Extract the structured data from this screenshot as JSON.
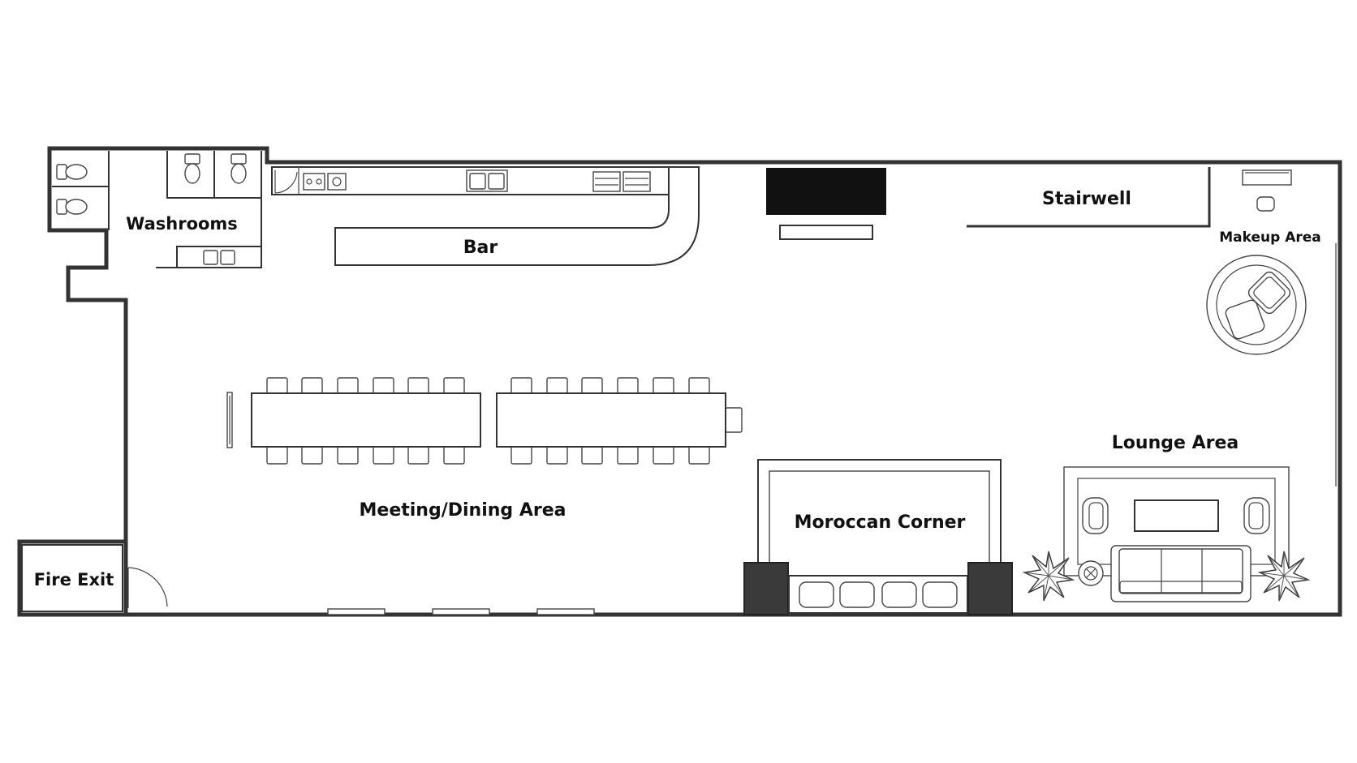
{
  "labels": {
    "washrooms": "Washrooms",
    "bar": "Bar",
    "stairwell": "Stairwell",
    "makeup_area": "Makeup Area",
    "lounge_area": "Lounge Area",
    "meeting_dining_area": "Meeting/Dining Area",
    "moroccan_corner": "Moroccan Corner",
    "fire_exit": "Fire Exit"
  },
  "colors": {
    "wall": "#333333",
    "tv": "#111111",
    "pillar": "#3a3a3a"
  },
  "icons": [
    "toilet-icon",
    "sink-icon",
    "stove-icon",
    "plant-icon",
    "chair-icon",
    "door-swing-icon"
  ]
}
